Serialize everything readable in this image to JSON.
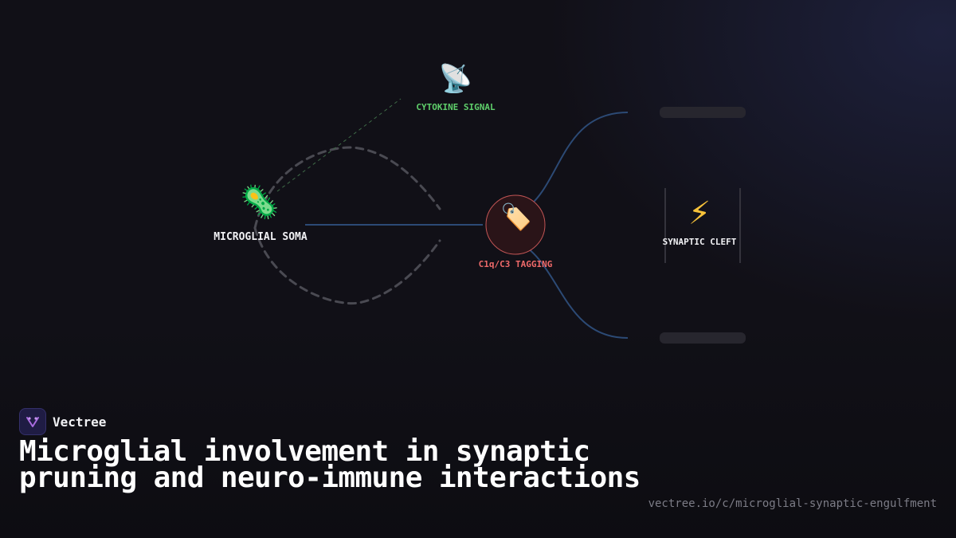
{
  "colors": {
    "background": "#111017",
    "connector": "#2c4a75",
    "dashed_loop": "#4a4a52",
    "cytokine_accent": "#5fcf6b",
    "tagging_accent": "#ef6a6a",
    "bar": "#27262e"
  },
  "nodes": {
    "soma": {
      "label": "MICROGLIAL SOMA",
      "icon": "microbe-icon",
      "glyph": "🦠"
    },
    "cytokine": {
      "label": "CYTOKINE SIGNAL",
      "icon": "satellite-antenna-icon",
      "glyph": "📡"
    },
    "tagging": {
      "label": "C1q/C3 TAGGING",
      "icon": "tag-label-icon",
      "glyph": "🏷️"
    },
    "cleft": {
      "label": "SYNAPTIC CLEFT",
      "icon": "lightning-bolt-icon",
      "glyph": "⚡"
    }
  },
  "brand": {
    "name": "Vectree",
    "icon": "vectree-logo-icon"
  },
  "title": "Microglial involvement in synaptic pruning and neuro-immune interactions",
  "url": "vectree.io/c/microglial-synaptic-engulfment"
}
